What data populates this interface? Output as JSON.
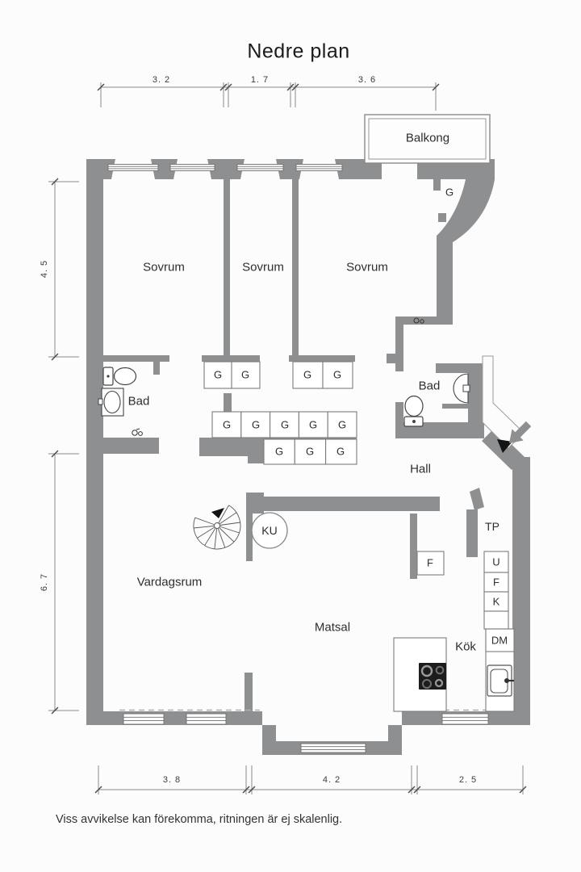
{
  "title": "Nedre plan",
  "footer": "Viss avvikelse kan förekomma, ritningen är ej skalenlig.",
  "rooms": {
    "balkong": "Balkong",
    "sovrum": "Sovrum",
    "bad": "Bad",
    "hall": "Hall",
    "vardagsrum": "Vardagsrum",
    "matsal": "Matsal",
    "kok": "Kök",
    "tp": "TP",
    "ku": "KU"
  },
  "fixtures": {
    "g": "G",
    "f": "F",
    "u": "U",
    "k": "K",
    "dm": "DM"
  },
  "dimensions": {
    "top": [
      "3. 2",
      "1. 7",
      "3. 6"
    ],
    "left": [
      "4. 5",
      "6. 7"
    ],
    "bottom": [
      "3. 8",
      "4. 2",
      "2. 5"
    ]
  },
  "colors": {
    "wall": "#8d8f90",
    "background": "#fcfcfd",
    "outline": "#6f6f6f",
    "text": "#2e2e2e"
  }
}
